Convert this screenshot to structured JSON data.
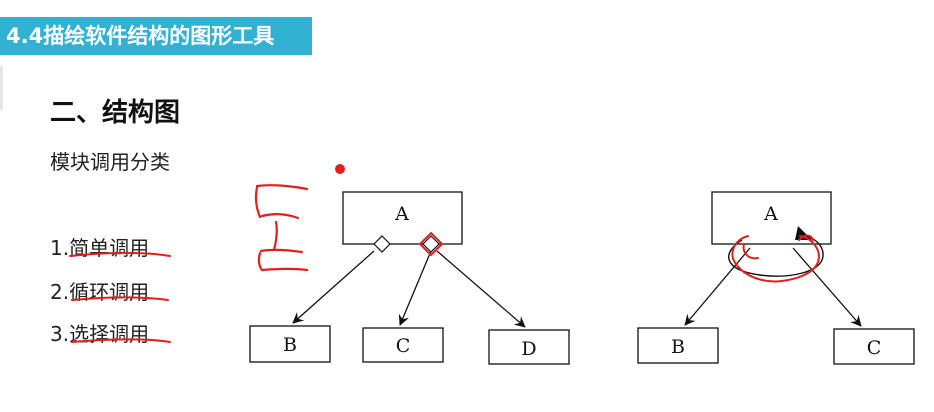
{
  "slide": {
    "banner_title": "4.4描绘软件结构的图形工具",
    "section_heading": "二、结构图",
    "subtitle": "模块调用分类",
    "call_types": [
      "1.简单调用",
      "2.循环调用",
      "3.选择调用"
    ]
  },
  "diagram_left": {
    "parent_label": "A",
    "child_labels": [
      "B",
      "C",
      "D"
    ]
  },
  "diagram_right": {
    "parent_label": "A",
    "child_labels": [
      "B",
      "C"
    ]
  },
  "colors": {
    "banner_bg": "#33b1d3",
    "banner_text": "#ffffff",
    "ink_annotation": "#e0201c",
    "diagram_stroke": "#111111"
  }
}
